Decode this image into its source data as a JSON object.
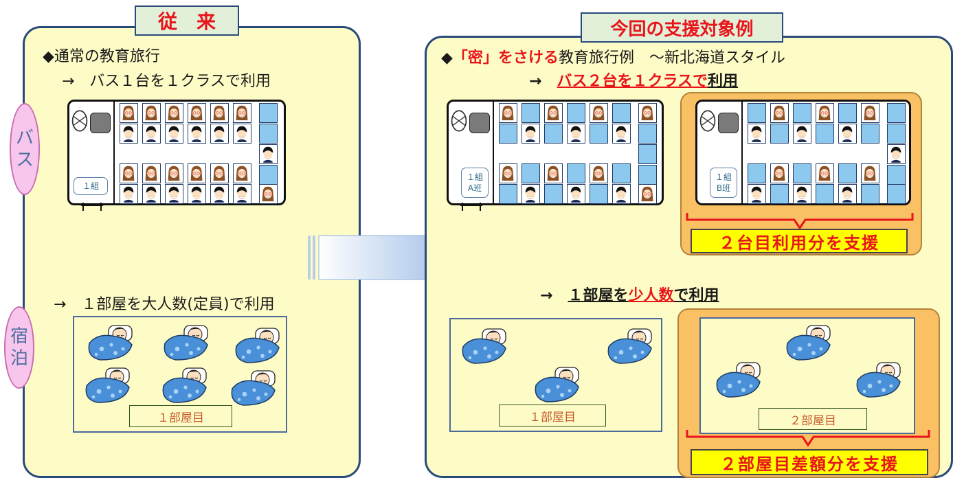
{
  "left": {
    "title": "従　来",
    "heading": "◆通常の教育旅行",
    "bus_line": "→　バス１台を１クラスで利用",
    "bus_class": "１組",
    "room_line": "→　１部屋を大人数(定員)で利用",
    "room_label": "１部屋目"
  },
  "side_labels": {
    "bus": [
      "バ",
      "ス"
    ],
    "stay": [
      "宿",
      "泊"
    ]
  },
  "right": {
    "title": "今回の支援対象例",
    "heading_diamond": "◆",
    "heading_red": "「密」をさける",
    "heading_rest": "教育旅行例　～新北海道スタイル",
    "bus_arrow": "→",
    "bus_red": "バス２台を１クラスで",
    "bus_black": "利用",
    "bus_a_class": "１組",
    "bus_a_group": "A班",
    "bus_b_class": "１組",
    "bus_b_group": "B班",
    "bus_support": "２台目利用分を支援",
    "room_arrow": "→",
    "room_black1": "１部屋を",
    "room_red": "少人数",
    "room_black2": "で利用",
    "room1_label": "１部屋目",
    "room2_label": "２部屋目",
    "room_support": "２部屋目差額分を支援"
  },
  "colors": {
    "panel_bg": "#fefcc6",
    "title_bg": "#e2f0d9",
    "accent_red": "#e8151b",
    "support_orange": "#fac064",
    "support_yellow": "#ffff00",
    "empty_seat": "#8dc8ef",
    "futon_blue": "#4a90d8"
  },
  "icons": [
    "steering-wheel-icon",
    "girl-student-icon",
    "boy-student-icon",
    "sleeping-student-icon",
    "right-arrow-icon"
  ]
}
